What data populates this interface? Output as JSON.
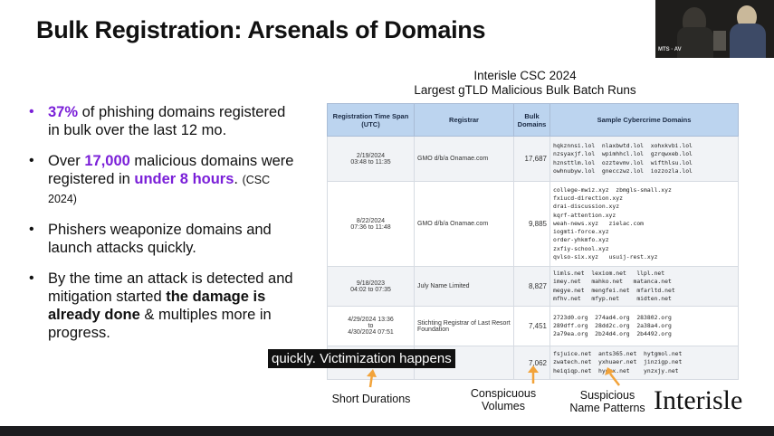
{
  "slide": {
    "title": "Bulk Registration: Arsenals of Domains",
    "video_label": "MTS · AV",
    "bullets": [
      {
        "parts": [
          {
            "t": "37%",
            "cls": "hl"
          },
          {
            "t": " of phishing domains registered in bulk over the last 12 mo.",
            "cls": ""
          }
        ],
        "dot_color": "purple"
      },
      {
        "parts": [
          {
            "t": "Over ",
            "cls": ""
          },
          {
            "t": "17,000",
            "cls": "hl"
          },
          {
            "t": " malicious domains were registered in ",
            "cls": ""
          },
          {
            "t": "under 8 hours",
            "cls": "hl"
          },
          {
            "t": ". ",
            "cls": ""
          },
          {
            "t": "(CSC 2024)",
            "cls": "src"
          }
        ],
        "dot_color": "black"
      },
      {
        "parts": [
          {
            "t": "Phishers weaponize domains and launch attacks quickly.",
            "cls": ""
          }
        ],
        "dot_color": "black"
      },
      {
        "parts": [
          {
            "t": "By the time an attack is detected and mitigation started ",
            "cls": ""
          },
          {
            "t": "the damage is already done",
            "cls": "b"
          },
          {
            "t": " & multiples more in progress.",
            "cls": ""
          }
        ],
        "dot_color": "black"
      }
    ],
    "caption": "quickly. Victimization happens",
    "table_title_1": "Interisle CSC 2024",
    "table_title_2": "Largest gTLD Malicious Bulk Batch Runs",
    "headers": [
      "Registration Time Span (UTC)",
      "Registrar",
      "Bulk Domains",
      "Sample Cybercrime Domains"
    ],
    "rows": [
      {
        "span": "2/19/2024\n03:48 to 11:35",
        "registrar": "GMO d/b/a Onamae.com",
        "bulk": "17,687",
        "domains": [
          "hqkznnsi.lol  nlaxbwtd.lol  xohxkvbi.lol",
          "nzsyaxjf.lol  wpimhhcl.lol  gzrqwxeb.lol",
          "hznsttlm.lol  ozztevmv.lol  wifthlsu.lol",
          "owhnubyw.lol  gnecczwz.lol  iozzozla.lol"
        ]
      },
      {
        "span": "8/22/2024\n07:36 to 11:48",
        "registrar": "GMO d/b/a Onamae.com",
        "bulk": "9,885",
        "domains": [
          "college-mwiz.xyz  zbmgls-small.xyz",
          "fxiucd-direction.xyz",
          "drai-discussion.xyz",
          "kqrf-attention.xyz",
          "weah-news.xyz   zielac.com",
          "iogmti-force.xyz",
          "order-yhkmfo.xyz",
          "zxfiy-school.xyz",
          "qvlso-six.xyz   usuij-rest.xyz"
        ]
      },
      {
        "span": "9/18/2023\n04:02 to 07:35",
        "registrar": "July Name Limited",
        "bulk": "8,827",
        "domains": [
          "limls.net  lexiom.net   llpl.net",
          "imey.net   mahko.net   matanca.net",
          "megye.net  mengfei.net  mfarltd.net",
          "mfhv.net   mfyp.net     midten.net"
        ]
      },
      {
        "span": "4/29/2024 13:36\nto\n4/30/2024 07:51",
        "registrar": "Stichting Registrar of Last Resort Foundation",
        "bulk": "7,451",
        "domains": [
          "2723d0.org  274ad4.org  283802.org",
          "289dff.org  28dd2c.org  2a38a4.org",
          "2a79ea.org  2b24d4.org  2b4492.org"
        ]
      },
      {
        "span": "",
        "registrar": "",
        "bulk": "7,062",
        "domains": [
          "fsjuice.net  ants365.net  hytgmol.net",
          "zwatech.net  yxhuaer.net  jinzigp.net",
          "heiqiqp.net  hyoux.net    ynzxjy.net"
        ]
      }
    ],
    "annotations": [
      "Short Durations",
      "Conspicuous Volumes",
      "Suspicious Name Patterns"
    ],
    "brand": "Interisle"
  }
}
